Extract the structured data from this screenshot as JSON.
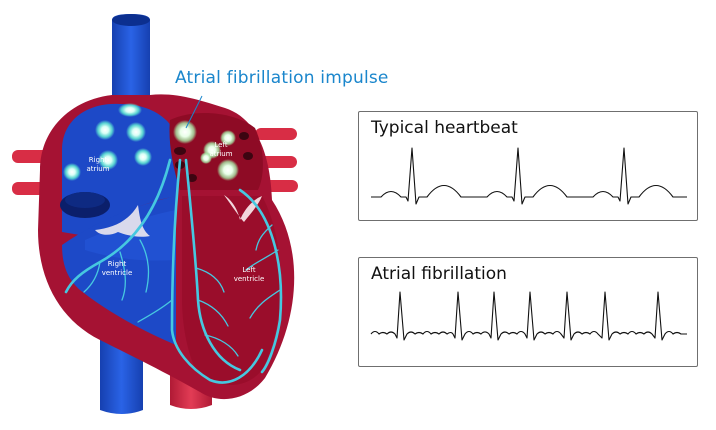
{
  "callout": {
    "text": "Atrial fibrillation impulse"
  },
  "heart_labels": {
    "right_atrium": [
      "Right",
      "atrium"
    ],
    "left_atrium": [
      "Left",
      "atrium"
    ],
    "right_ventricle": [
      "Right",
      "ventricle"
    ],
    "left_ventricle": [
      "Left",
      "ventricle"
    ]
  },
  "panels": {
    "typical": {
      "title": "Typical heartbeat"
    },
    "afib": {
      "title": "Atrial fibrillation"
    }
  },
  "colors": {
    "vein_blue": "#1e4fcc",
    "artery_red": "#d82d45",
    "muscle_red": "#a51233",
    "chamber_left": "#9a0d2b",
    "chamber_right": "#1d49c7",
    "conduction": "#46c8e0",
    "callout_blue": "#1a86cc"
  }
}
